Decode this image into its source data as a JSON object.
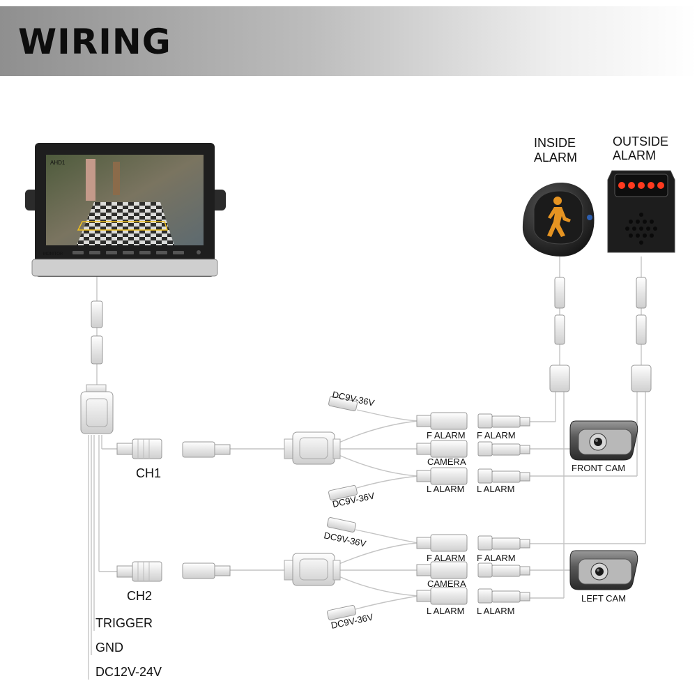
{
  "header": {
    "title": "WIRING"
  },
  "monitor": {
    "screen_label": "AHD1",
    "brand": "MONITOR"
  },
  "alarms": {
    "inside": [
      "INSIDE",
      "ALARM"
    ],
    "outside": [
      "OUTSIDE",
      "ALARM"
    ]
  },
  "channels": {
    "ch1": "CH1",
    "ch2": "CH2"
  },
  "power": {
    "dc_in": "DC9V-36V"
  },
  "ports": {
    "f_alarm": "F ALARM",
    "camera": "CAMERA",
    "l_alarm": "L ALARM"
  },
  "cameras": {
    "front": "FRONT CAM",
    "left": "LEFT CAM"
  },
  "monitor_wires": {
    "trigger": "TRIGGER",
    "gnd": "GND",
    "power": "DC12V-24V"
  }
}
